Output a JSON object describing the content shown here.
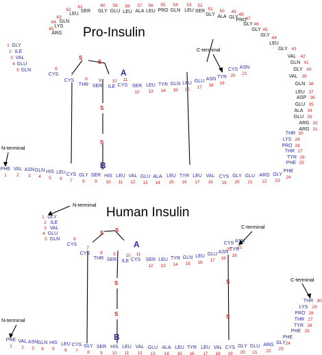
{
  "colors": {
    "chain_residue": "#2a2aa8",
    "c_peptide_residue": "#111111",
    "residue_number": "#d0201e",
    "sulfur": "#d0201e",
    "bond": "#000000"
  },
  "titles": {
    "proinsulin": "Pro-Insulin",
    "insulin": "Human Insulin"
  },
  "chain_labels": {
    "a": "A",
    "b": "B"
  },
  "terminals": {
    "n": "N-terminal",
    "c": "C-terminal"
  },
  "sulfur_symbol": "S",
  "sequences": {
    "a_chain": [
      "GLY",
      "ILE",
      "VAL",
      "GLU",
      "GLN",
      "CYS",
      "CYS",
      "THR",
      "SER",
      "ILE",
      "CYS",
      "SER",
      "LEU",
      "TYR",
      "GLN",
      "LEU",
      "GLU",
      "ASN",
      "TYR",
      "CYS",
      "ASN"
    ],
    "b_chain": [
      "PHE",
      "VAL",
      "ASN",
      "GLN",
      "HIS",
      "LEU",
      "CYS",
      "GLY",
      "SER",
      "HIS",
      "LEU",
      "VAL",
      "GLU",
      "ALA",
      "LEU",
      "TYR",
      "LEU",
      "VAL",
      "CYS",
      "GLY",
      "GLU",
      "ARG",
      "GLY",
      "PHE",
      "PHE",
      "TYR",
      "THR",
      "PRO",
      "LYS",
      "THR"
    ],
    "c_peptide": [
      "ARG",
      "ARG",
      "GLU",
      "ALA",
      "GLU",
      "ASP",
      "LEU",
      "GLN",
      "VAL",
      "GLY",
      "GLN",
      "VAL",
      "GLY",
      "LEU",
      "GLY",
      "GLY",
      "GLY",
      "PRO",
      "GLY",
      "ALA",
      "GLY",
      "SER",
      "LEU",
      "GLN",
      "PRO",
      "LEU",
      "ALA",
      "LEU",
      "GLU",
      "GLY",
      "SER",
      "LEU",
      "GLN",
      "LYS",
      "ARG"
    ]
  },
  "c_peptide_numbers": [
    31,
    32,
    33,
    34,
    35,
    36,
    37,
    38,
    39,
    40,
    41,
    42,
    43,
    44,
    45,
    46,
    47,
    48,
    49,
    50,
    51,
    52,
    53,
    54,
    55,
    56,
    57,
    58,
    59,
    60,
    61,
    62,
    63,
    64,
    65
  ],
  "disulfide_bonds": [
    {
      "a": 6,
      "b": null,
      "partner_a": 11
    },
    {
      "a": 7,
      "b": 7
    },
    {
      "a": 20,
      "b": 19
    }
  ]
}
